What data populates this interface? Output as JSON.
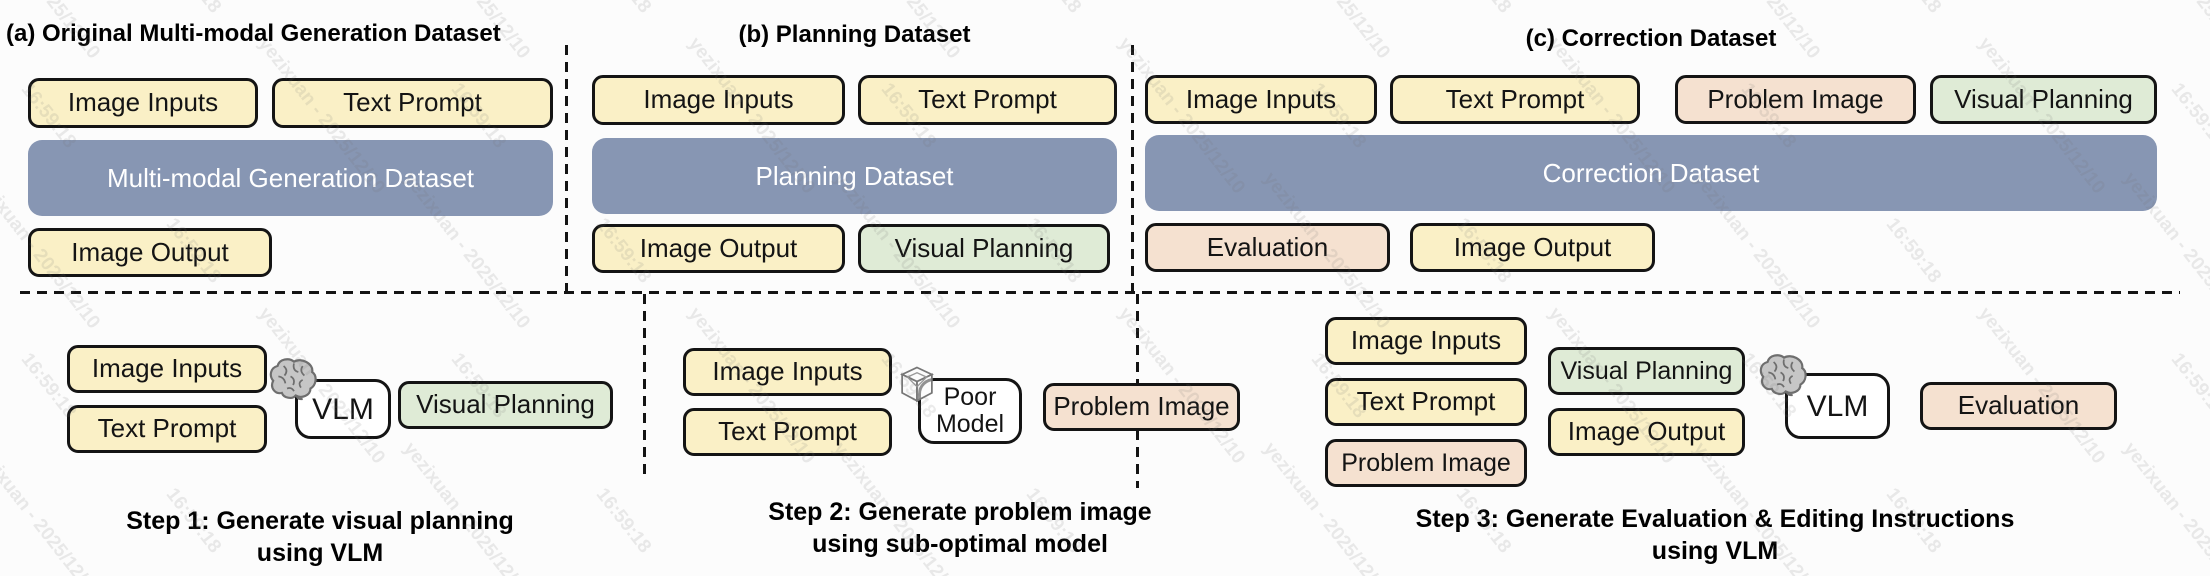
{
  "figure": {
    "background": "#FCFCFC",
    "colors": {
      "input_box": "#FAF0C6",
      "planning_box": "#DFEBD6",
      "problem_box": "#F5E1D0",
      "dataset_bar": "#8796B3",
      "border": "#141414",
      "bar_text": "#FFFFFF"
    }
  },
  "watermark": {
    "lines": [
      "yezixuan - 2025/12/10",
      "16:59:18"
    ],
    "angle_deg": 52
  },
  "sections": [
    {
      "id": "a",
      "title": "(a) Original Multi-modal Generation Dataset",
      "bar_label": "Multi-modal Generation Dataset",
      "top_boxes": [
        {
          "label": "Image Inputs",
          "color": "yellow"
        },
        {
          "label": "Text Prompt",
          "color": "yellow"
        }
      ],
      "bottom_boxes": [
        {
          "label": "Image Output",
          "color": "yellow"
        }
      ]
    },
    {
      "id": "b",
      "title": "(b) Planning Dataset",
      "bar_label": "Planning Dataset",
      "top_boxes": [
        {
          "label": "Image Inputs",
          "color": "yellow"
        },
        {
          "label": "Text Prompt",
          "color": "yellow"
        }
      ],
      "bottom_boxes": [
        {
          "label": "Image Output",
          "color": "yellow"
        },
        {
          "label": "Visual Planning",
          "color": "green"
        }
      ]
    },
    {
      "id": "c",
      "title": "(c) Correction Dataset",
      "bar_label": "Correction Dataset",
      "top_boxes": [
        {
          "label": "Image Inputs",
          "color": "yellow"
        },
        {
          "label": "Text Prompt",
          "color": "yellow"
        },
        {
          "label": "Problem Image",
          "color": "pink"
        },
        {
          "label": "Visual Planning",
          "color": "green"
        }
      ],
      "bottom_boxes": [
        {
          "label": "Evaluation",
          "color": "pink"
        },
        {
          "label": "Image Output",
          "color": "yellow"
        }
      ]
    }
  ],
  "steps": [
    {
      "caption": [
        "Step 1: Generate visual planning",
        "using VLM"
      ],
      "inputs": [
        "Image Inputs",
        "Text Prompt"
      ],
      "model": "VLM",
      "model_icon": "brain-icon",
      "result": {
        "label": "Visual Planning",
        "color": "green"
      }
    },
    {
      "caption": [
        "Step 2: Generate problem image",
        "using sub-optimal model"
      ],
      "inputs": [
        "Image Inputs",
        "Text Prompt"
      ],
      "model": "Poor Model",
      "model_icon": "cube-icon",
      "result": {
        "label": "Problem Image",
        "color": "pink"
      }
    },
    {
      "caption": [
        "Step 3: Generate Evaluation & Editing Instructions",
        "using VLM"
      ],
      "inputs": [
        "Image Inputs",
        "Text Prompt",
        "Problem Image"
      ],
      "aux_inputs": [
        "Visual Planning",
        "Image Output"
      ],
      "model": "VLM",
      "model_icon": "brain-icon",
      "result": {
        "label": "Evaluation",
        "color": "pink"
      }
    }
  ]
}
